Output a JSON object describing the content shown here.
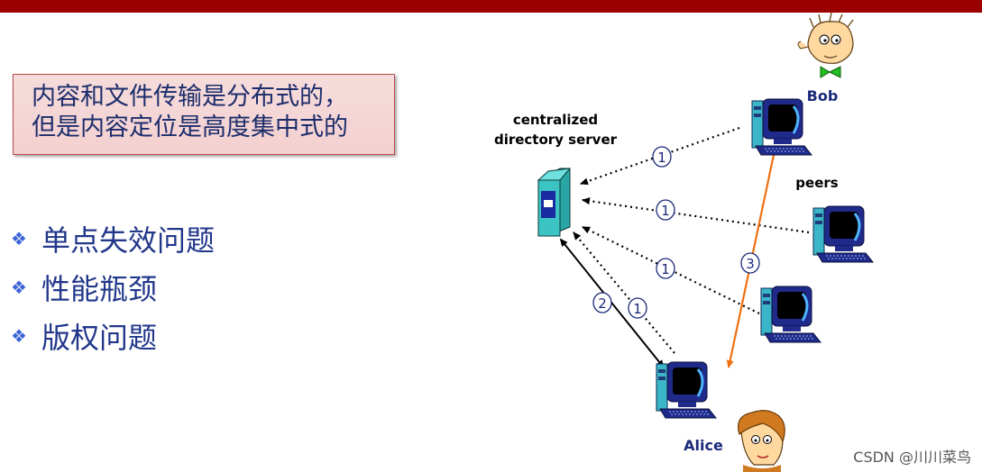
{
  "callout": {
    "line1": "内容和文件传输是分布式的，",
    "line2": "但是内容定位是高度集中式的"
  },
  "bullets": [
    {
      "icon": "diamond-bullet-icon",
      "text": "单点失效问题"
    },
    {
      "icon": "diamond-bullet-icon",
      "text": "性能瓶颈"
    },
    {
      "icon": "diamond-bullet-icon",
      "text": "版权问题"
    }
  ],
  "diagram": {
    "server_label_line1": "centralized",
    "server_label_line2": "directory server",
    "bob_label": "Bob",
    "peers_label": "peers",
    "alice_label": "Alice",
    "step1": "1",
    "step2": "2",
    "step3": "3",
    "colors": {
      "server": "#3cc4c4",
      "transfer_arrow": "#f07010",
      "monitor": "#1f2a8a",
      "top_bar": "#9b0000"
    }
  },
  "watermark": "CSDN @川川菜鸟"
}
